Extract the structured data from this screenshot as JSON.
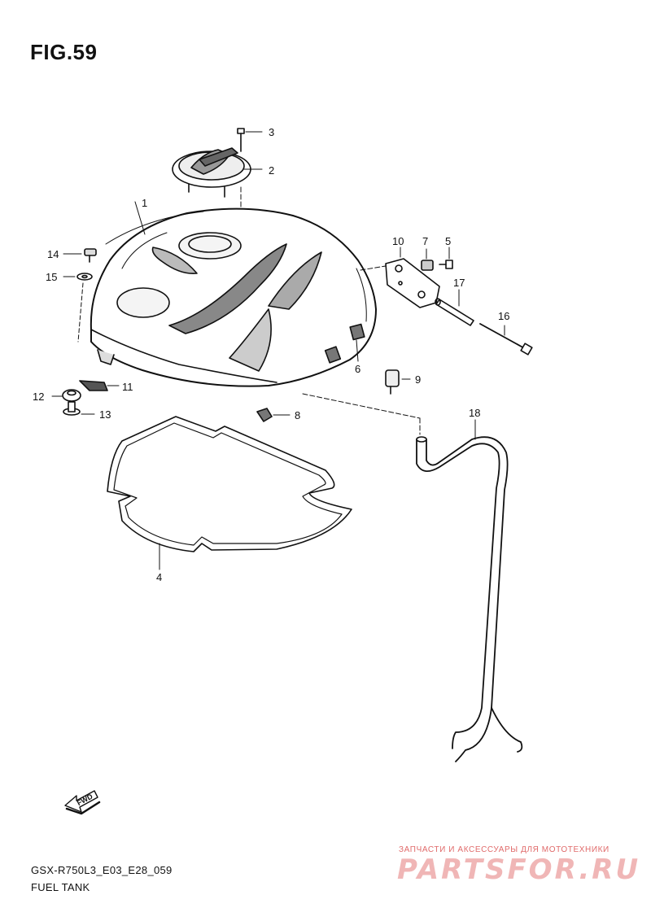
{
  "figure": {
    "title": "FIG.59",
    "code": "GSX-R750L3_E03_E28_059",
    "name": "FUEL TANK"
  },
  "fwd_marker": "FWD",
  "watermark": {
    "tagline": "ЗАПЧАСТИ И АКСЕССУАРЫ ДЛЯ МОТОТЕХНИКИ",
    "site": "PARTSFOR.RU"
  },
  "callouts": [
    "1",
    "2",
    "3",
    "4",
    "5",
    "6",
    "7",
    "8",
    "9",
    "10",
    "11",
    "12",
    "13",
    "14",
    "15",
    "16",
    "17",
    "18"
  ],
  "colors": {
    "ink": "#111111",
    "watermark": "#e06a6a"
  }
}
